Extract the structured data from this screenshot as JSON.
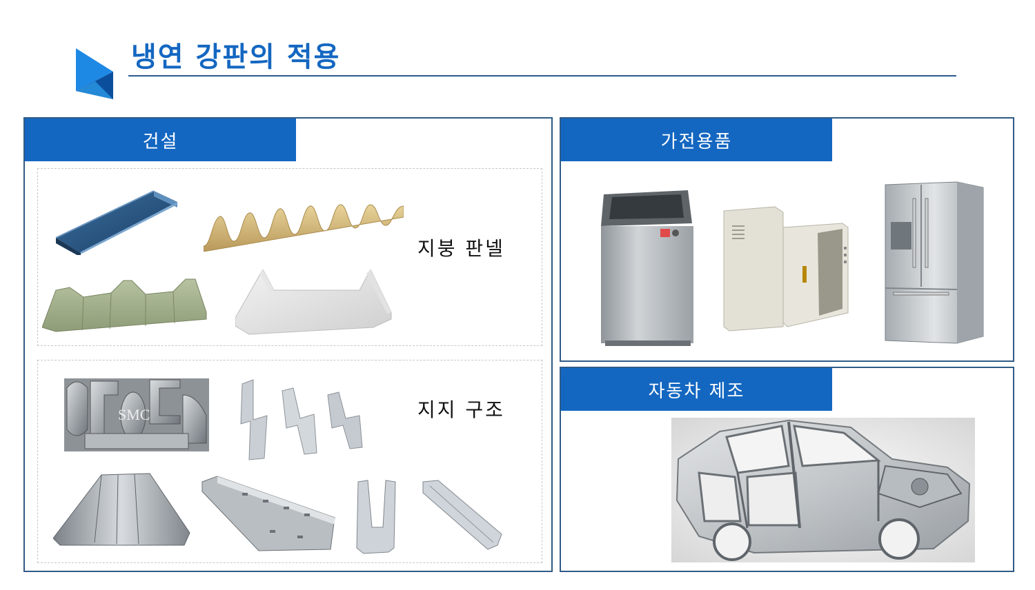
{
  "header": {
    "title": "냉연 강판의 적용"
  },
  "construction": {
    "title": "건설",
    "roof_label": "지붕 판넬",
    "support_label": "지지 구조",
    "profile_watermark": "SMC"
  },
  "appliances": {
    "title": "가전용품"
  },
  "automotive": {
    "title": "자동차 제조"
  },
  "colors": {
    "accent": "#1467c1",
    "border": "#2f5a86"
  }
}
